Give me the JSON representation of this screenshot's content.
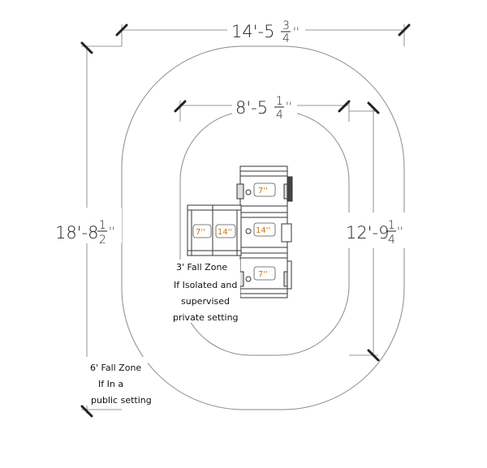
{
  "dimensions": {
    "outer_width": {
      "whole": "14'-5",
      "num": "3",
      "den": "4",
      "unit": "''"
    },
    "inner_width": {
      "whole": "8'-5",
      "num": "1",
      "den": "4",
      "unit": "''"
    },
    "outer_height": {
      "whole": "18'-8",
      "num": "1",
      "den": "2",
      "unit": "''"
    },
    "inner_height": {
      "whole": "12'-9",
      "num": "1",
      "den": "4",
      "unit": "''"
    }
  },
  "notes": {
    "inner_zone": [
      "3' Fall Zone",
      "If Isolated and",
      "supervised",
      "private setting"
    ],
    "outer_zone": [
      "6' Fall Zone",
      "If In a",
      "public setting"
    ]
  },
  "decks": {
    "top": "7''",
    "middle": "14''",
    "bottom": "7''",
    "side_left": "7''",
    "side_right": "14''"
  },
  "colors": {
    "line": "#333333",
    "zone": "#888888",
    "deck_label": "#c8780a"
  }
}
